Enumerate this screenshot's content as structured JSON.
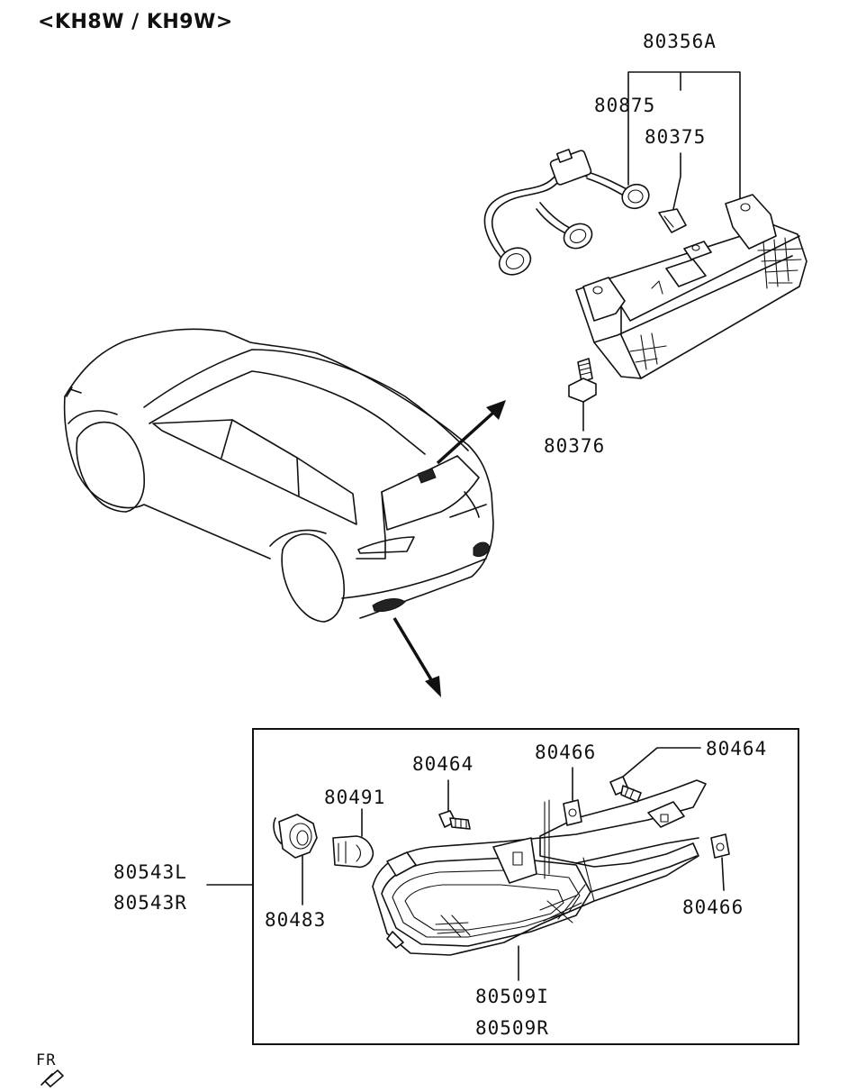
{
  "header": {
    "model_codes": "<KH8W / KH9W>"
  },
  "parts": {
    "assembly_top": "80356A",
    "harness": "80875",
    "bulb_top": "80375",
    "screw_top": "80376",
    "lamp_assy_l": "80543L",
    "lamp_assy_r": "80543R",
    "screw_a": "80464",
    "screw_b": "80464",
    "nut_a": "80466",
    "nut_b": "80466",
    "bulb": "80491",
    "socket": "80483",
    "lens_l": "80509I",
    "lens_r": "80509R"
  },
  "orientation": {
    "label": "FR"
  }
}
